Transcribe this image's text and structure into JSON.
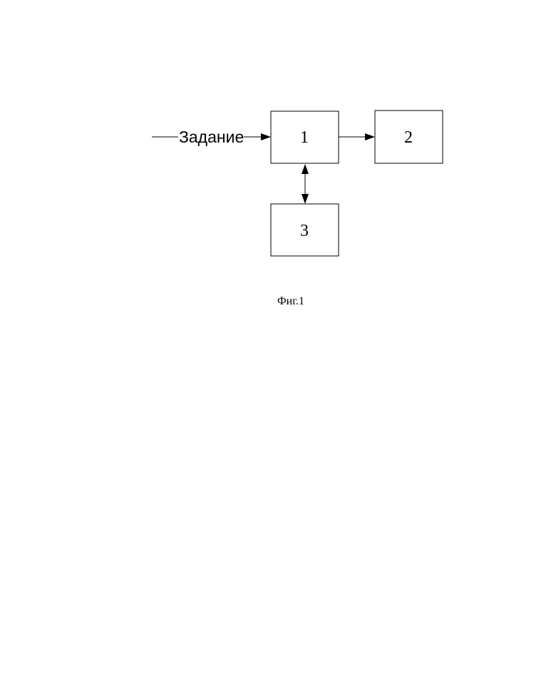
{
  "diagram": {
    "input_label": "Задание",
    "caption": "Фиг.1",
    "blocks": [
      {
        "id": "1",
        "label": "1"
      },
      {
        "id": "2",
        "label": "2"
      },
      {
        "id": "3",
        "label": "3"
      }
    ],
    "connections": [
      {
        "from": "input",
        "to": "1",
        "direction": "forward"
      },
      {
        "from": "1",
        "to": "2",
        "direction": "forward"
      },
      {
        "from": "1",
        "to": "3",
        "direction": "bidirectional"
      }
    ]
  }
}
